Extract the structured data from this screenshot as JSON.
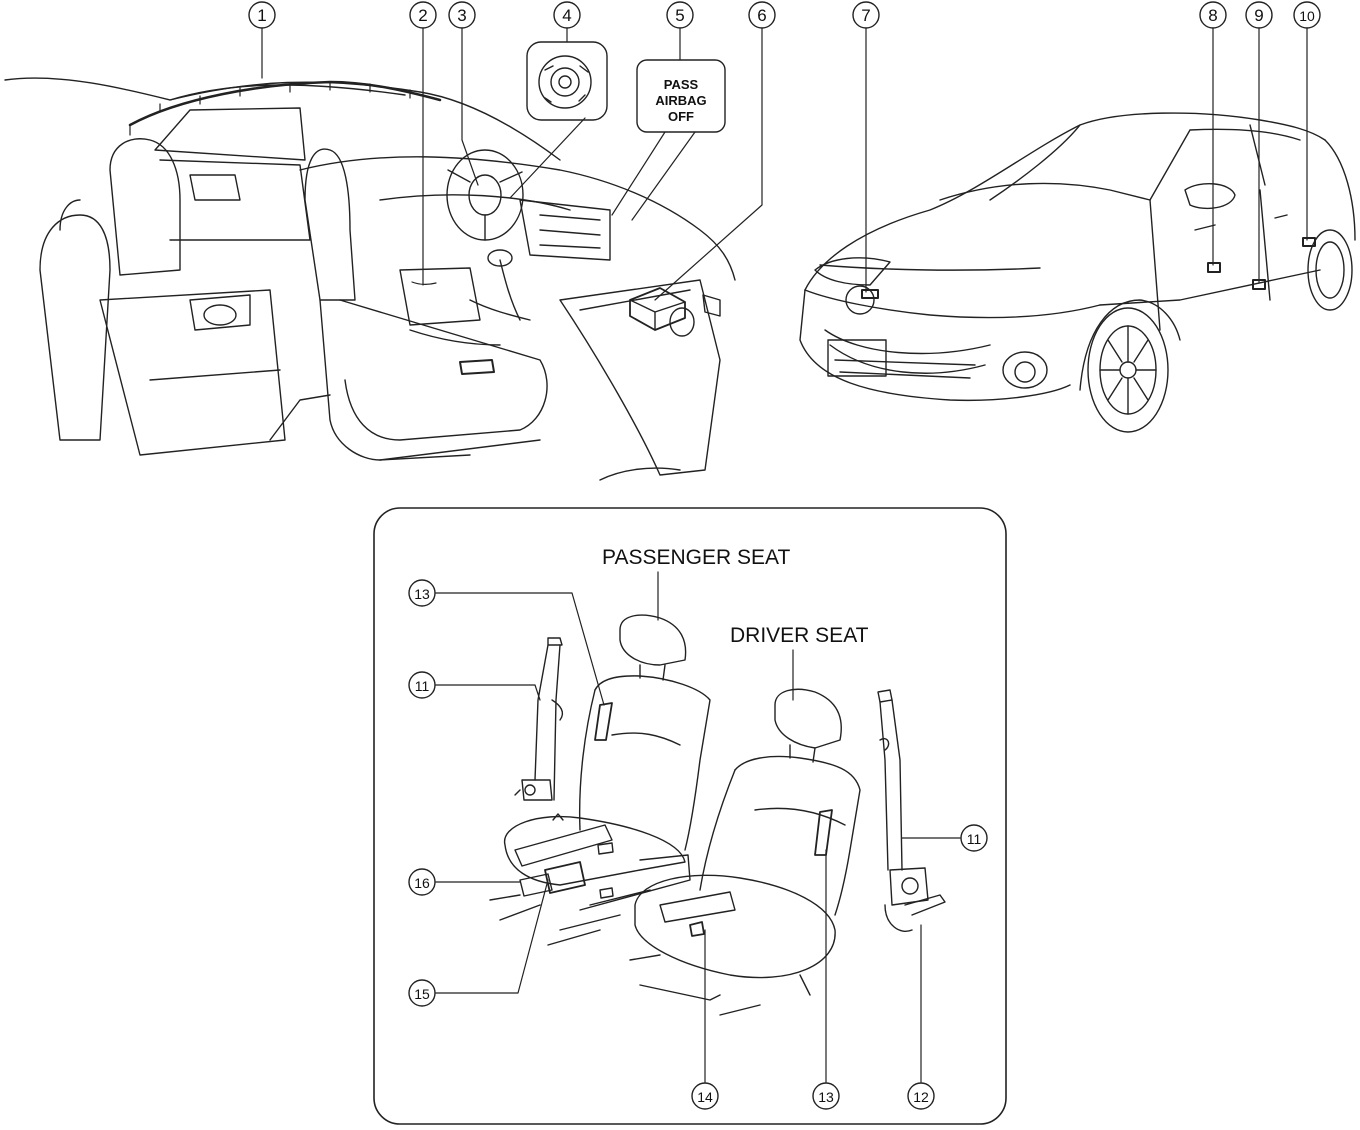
{
  "callouts": [
    "1",
    "2",
    "3",
    "4",
    "5",
    "6",
    "7",
    "8",
    "9",
    "10",
    "11",
    "12",
    "13",
    "14",
    "15",
    "16"
  ],
  "pass_airbag_indicator": {
    "line1": "PASS",
    "line2": "AIRBAG",
    "line3": "OFF"
  },
  "seat_labels": {
    "passenger": "PASSENGER SEAT",
    "driver": "DRIVER SEAT"
  }
}
